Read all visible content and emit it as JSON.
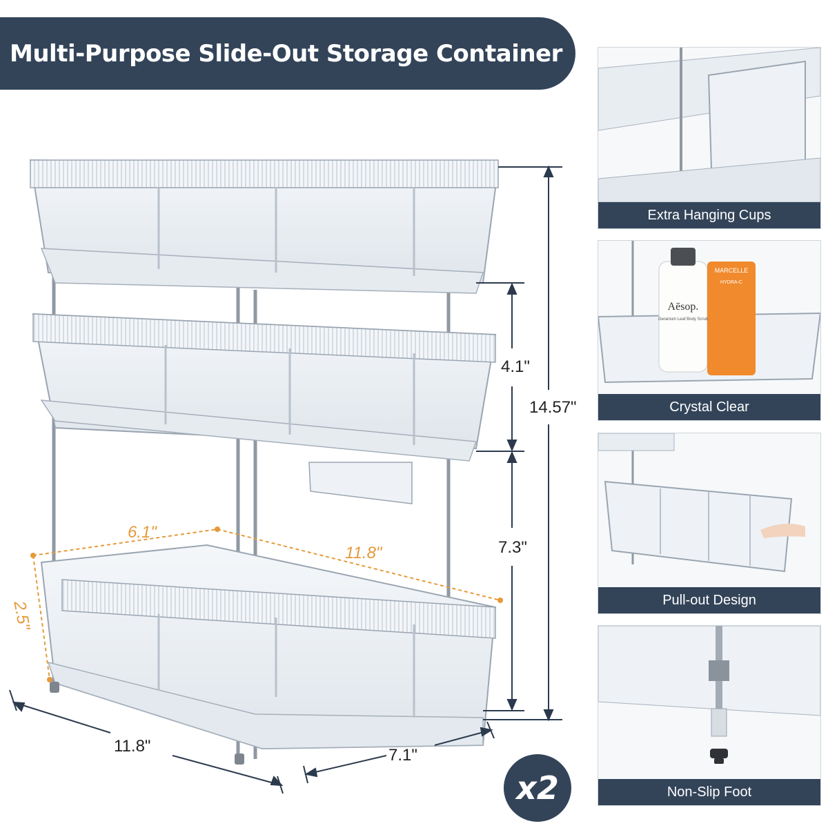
{
  "title": "Multi-Purpose Slide-Out Storage Container",
  "dimensions": {
    "total_height": "14.57\"",
    "upper_gap": "4.1\"",
    "lower_gap": "7.3\"",
    "basket_width": "6.1\"",
    "basket_length": "11.8\"",
    "basket_depth": "2.5\"",
    "base_length": "11.8\"",
    "base_width": "7.1\""
  },
  "badge": "x2",
  "features": [
    {
      "caption": "Extra Hanging Cups",
      "icon": "hanging-cup-icon"
    },
    {
      "caption": "Crystal Clear",
      "icon": "clear-basket-icon"
    },
    {
      "caption": "Pull-out Design",
      "icon": "pull-out-icon"
    },
    {
      "caption": "Non-Slip Foot",
      "icon": "foot-icon"
    }
  ],
  "product_labels": {
    "bottle_brand": "Aēsop.",
    "bottle_text": "Geranium Leaf Body Scrub",
    "tube_brand": "MARCELLE",
    "tube_text": "HYDRA-C"
  },
  "colors": {
    "banner": "#334459",
    "dimension_orange": "#e59a3a",
    "dimension_line": "#2b3a4d"
  }
}
